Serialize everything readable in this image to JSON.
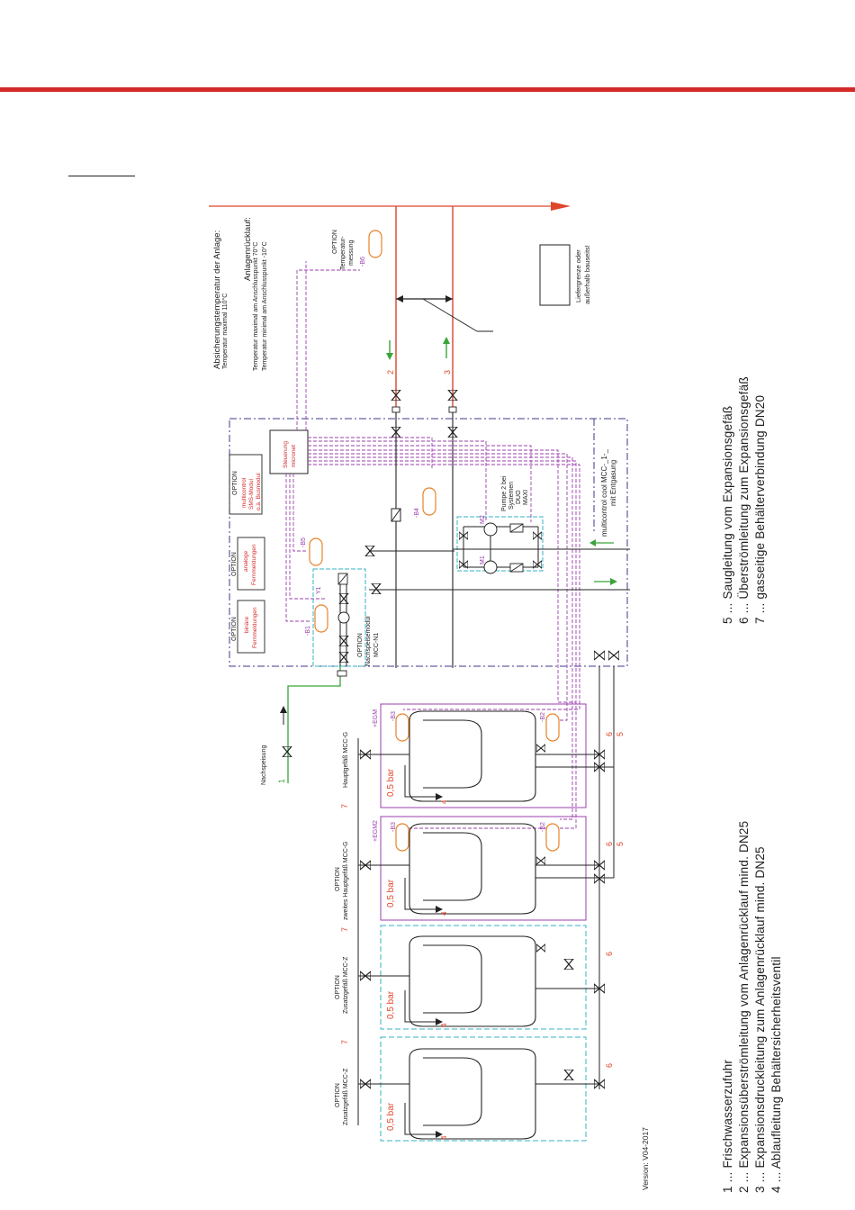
{
  "colors": {
    "accent_red": "#d42a2a",
    "line_red": "#e0452b",
    "line_green": "#3aa43a",
    "control_purple": "#9b3fae",
    "module_blue": "#3c3a8a",
    "option_cyan": "#33b3c4",
    "sensor_orange": "#e8832a",
    "ink": "#222222"
  },
  "header": {
    "safety_temp_title": "Absicherungstemperatur der Anlage:",
    "safety_temp_max": "Temperatur maximal 110°C",
    "return_title": "Anlagenrücklauf:",
    "return_max": "Temperatur maximal am Anschlusspunkt 70°C",
    "return_min": "Temperatur minimal am Anschlusspunkt -10°C",
    "supply_limit_line1": "Liefergrenze oder",
    "supply_limit_line2": "außerhalb bauseits!"
  },
  "options": {
    "temp_option_label": "OPTION",
    "temp_option_line1": "Temperatur-",
    "temp_option_line2": "messung",
    "temp_sensor_tag": "-B6",
    "sms_option": "OPTION",
    "sms_line1": "multicontrol",
    "sms_line2": "SMS-Modul",
    "sms_line3": "o.ä. Busmodul",
    "analog_option": "OPTION",
    "analog_line1": "analoge",
    "analog_line2": "Fernmeldungen",
    "binary_option": "OPTION",
    "binary_line1": "binäre",
    "binary_line2": "Fernmeldungen",
    "refill_option": "OPTION",
    "refill_line1": "Nachspeisemodul",
    "refill_line2": "MCC-N1"
  },
  "control": {
    "label_line1": "Steuerung",
    "label_line2": "micronet",
    "module_line1": "multicontrol cool MCC-_1-_",
    "module_line2": "mit Entgasung",
    "pump_line1": "Pumpe 2 bei",
    "pump_line2": "Systemen",
    "pump_line3": "DUO",
    "pump_line4": "MAXI",
    "tag_m1": "M1",
    "tag_m2": "M2",
    "tag_b1": "-B1",
    "tag_b4": "-B4",
    "tag_b5": "-B5",
    "tag_y1": "Y1"
  },
  "vessels": {
    "main_label": "Hauptgefäß MCC-G",
    "second_option": "OPTION",
    "second_label": "zweites Hauptgefäß MCC-G",
    "extra1_option": "OPTION",
    "extra1_label": "Zusatzgefäß MCC-Z",
    "extra2_option": "OPTION",
    "extra2_label": "Zusatzgefäß MCC-Z",
    "pressure": "0,5 bar",
    "egm": "+EGM",
    "egm2": "+EGM2",
    "b2": "-B2",
    "b3": "-B3",
    "refill_label": "Nachspeisung"
  },
  "pipe_numbers": {
    "n1": "1",
    "n2": "2",
    "n3": "3",
    "n4": "4",
    "n5": "5",
    "n6": "6",
    "n7": "7"
  },
  "legend": {
    "left": [
      "1 ... Frischwasserzufuhr",
      "2 ... Expansionsüberströmleitung vom Anlagenrücklauf mind. DN25",
      "3 ... Expansionsdruckleitung zum Anlagenrücklauf mind. DN25",
      "4 ... Ablaufleitung Behältersicherheitsventil"
    ],
    "right": [
      "5 ... Saugleitung vom Expansionsgefäß",
      "6 ... Überströmleitung zum Expansionsgefäß",
      "7 ... gasseitige Behälterverbindung DN20"
    ]
  },
  "version": "Version: V04-2017"
}
